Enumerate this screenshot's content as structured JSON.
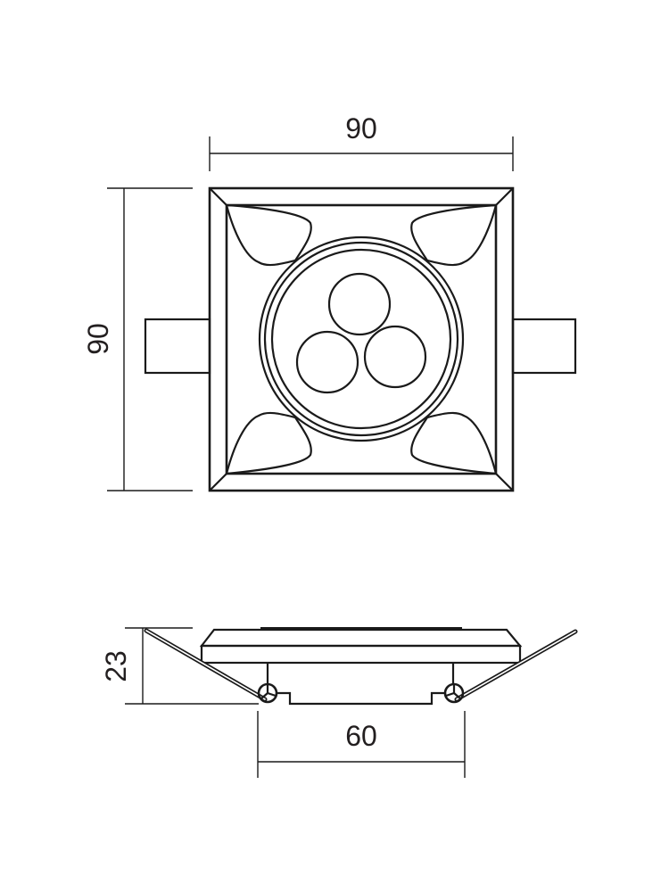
{
  "drawing": {
    "type": "technical dimension drawing",
    "subject": "square recessed LED downlight with 3 LEDs and spring clips",
    "stroke_color": "#1a1a1a",
    "background": "#ffffff"
  },
  "top_view": {
    "width_dimension": {
      "label": "90",
      "unit": "mm"
    },
    "height_dimension": {
      "label": "90",
      "unit": "mm"
    },
    "led_count": 3
  },
  "side_view": {
    "height_dimension": {
      "label": "23",
      "unit": "mm"
    },
    "cutout_dimension": {
      "label": "60",
      "unit": "mm"
    }
  }
}
